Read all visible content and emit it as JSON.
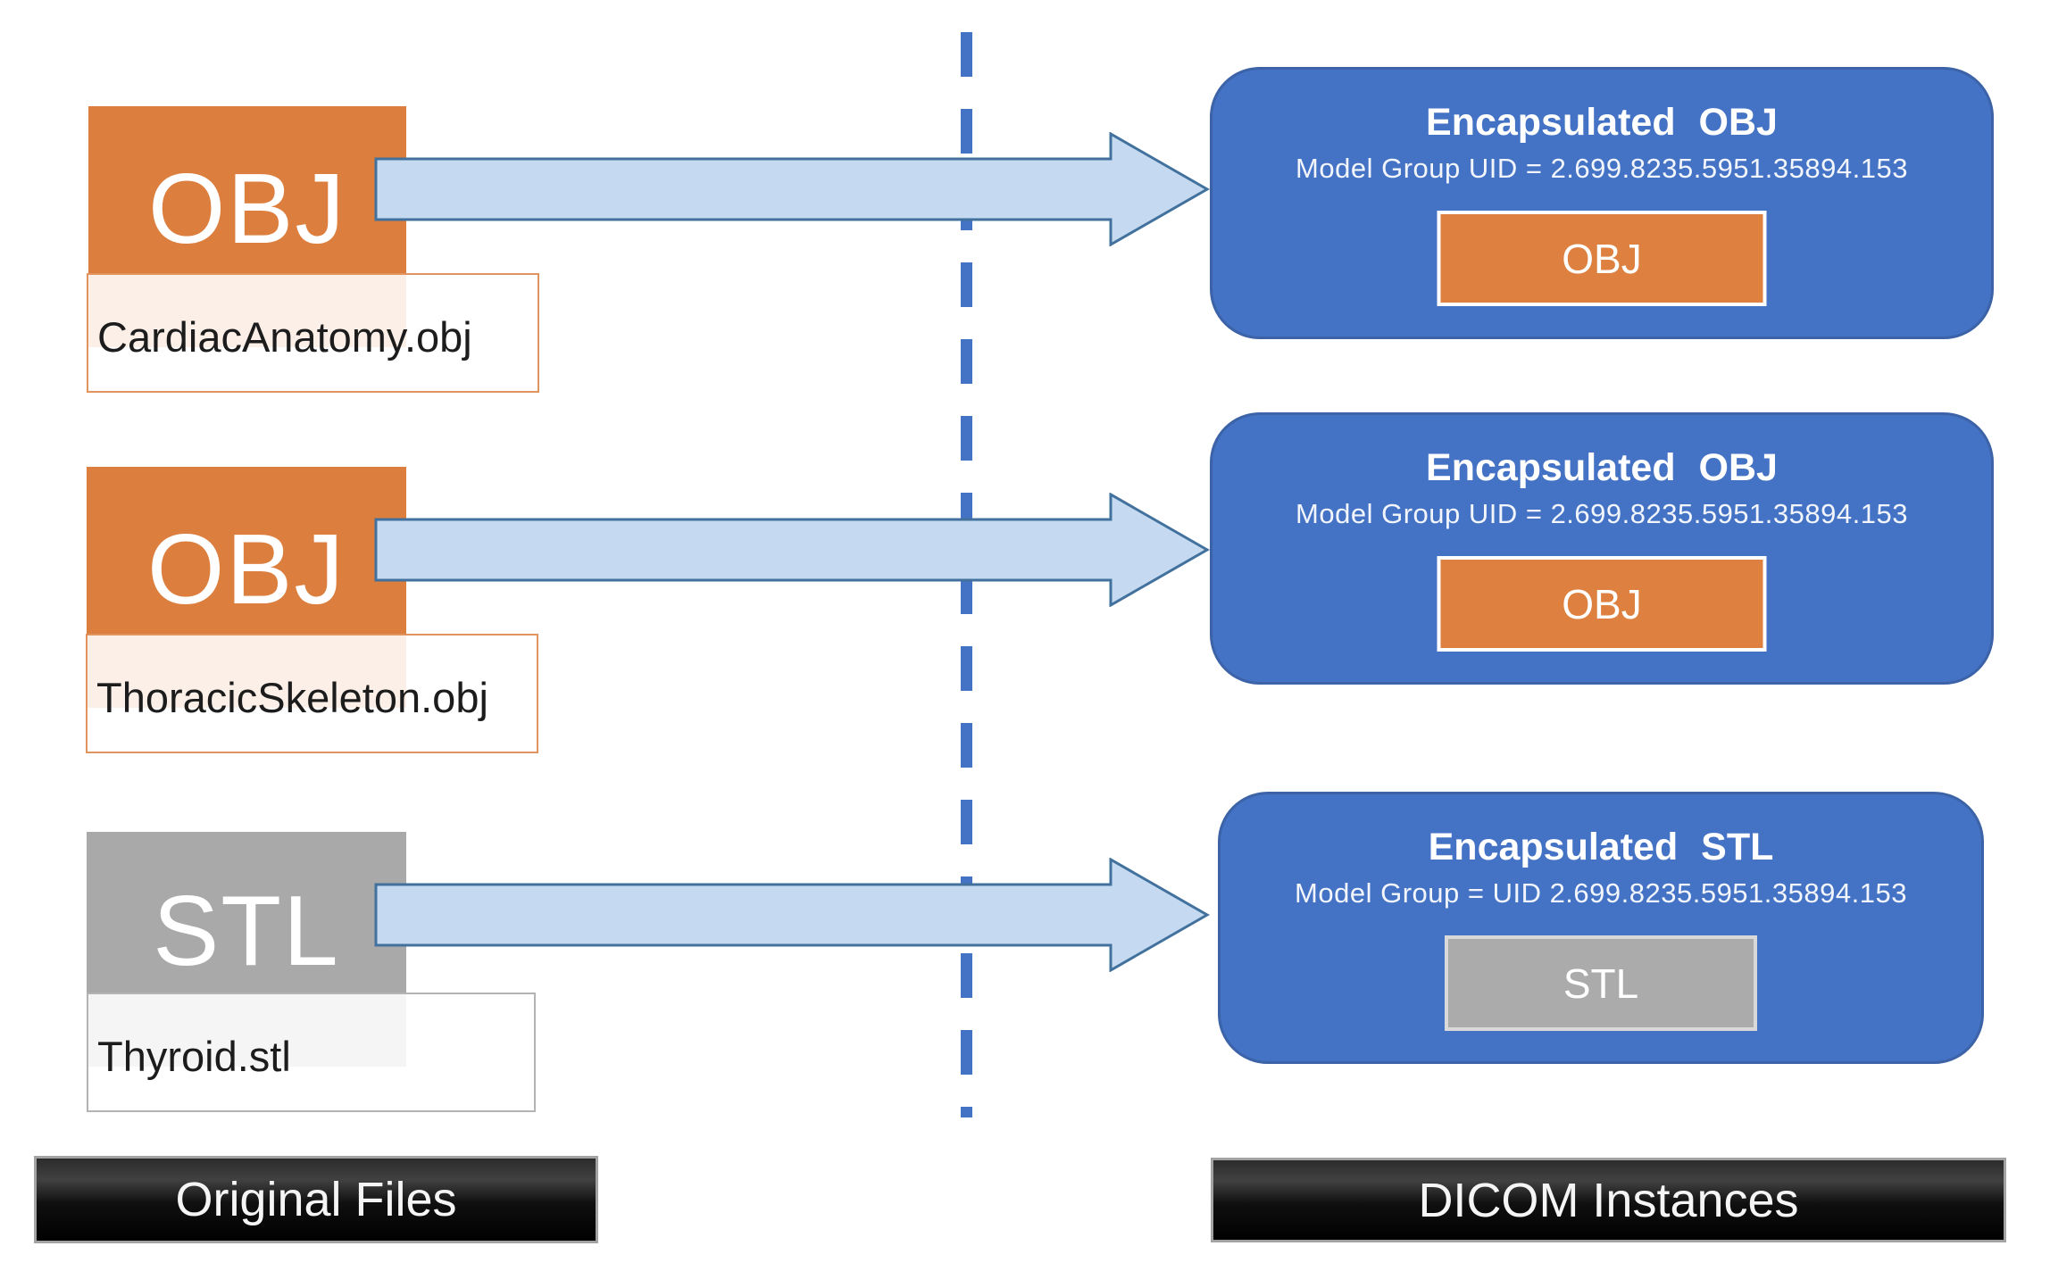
{
  "left": {
    "files": [
      {
        "type_label": "OBJ",
        "filename": "CardiacAnatomy.obj",
        "color": "orange"
      },
      {
        "type_label": "OBJ",
        "filename": "ThoracicSkeleton.obj",
        "color": "orange"
      },
      {
        "type_label": "STL",
        "filename": "Thyroid.stl",
        "color": "gray"
      }
    ],
    "footer_label": "Original Files"
  },
  "right": {
    "cards": [
      {
        "title": "Encapsulated OBJ",
        "uid_line": "Model Group UID = 2.699.8235.5951.35894.153",
        "chip_label": "OBJ",
        "chip_color": "orange"
      },
      {
        "title": "Encapsulated OBJ",
        "uid_line": "Model Group UID = 2.699.8235.5951.35894.153",
        "chip_label": "OBJ",
        "chip_color": "orange"
      },
      {
        "title": "Encapsulated STL",
        "uid_line": "Model Group = UID 2.699.8235.5951.35894.153",
        "chip_label": "STL",
        "chip_color": "gray"
      }
    ],
    "footer_label": "DICOM Instances"
  },
  "colors": {
    "orange": "#DC7F3E",
    "blue_card": "#4472C4",
    "gray": "#A9A9A9",
    "arrow_fill": "#C5D9F0",
    "arrow_stroke": "#41719C",
    "dash_line": "#4472C4",
    "label_border_orange": "#E2945E",
    "label_border_gray": "#B3B3B3"
  }
}
